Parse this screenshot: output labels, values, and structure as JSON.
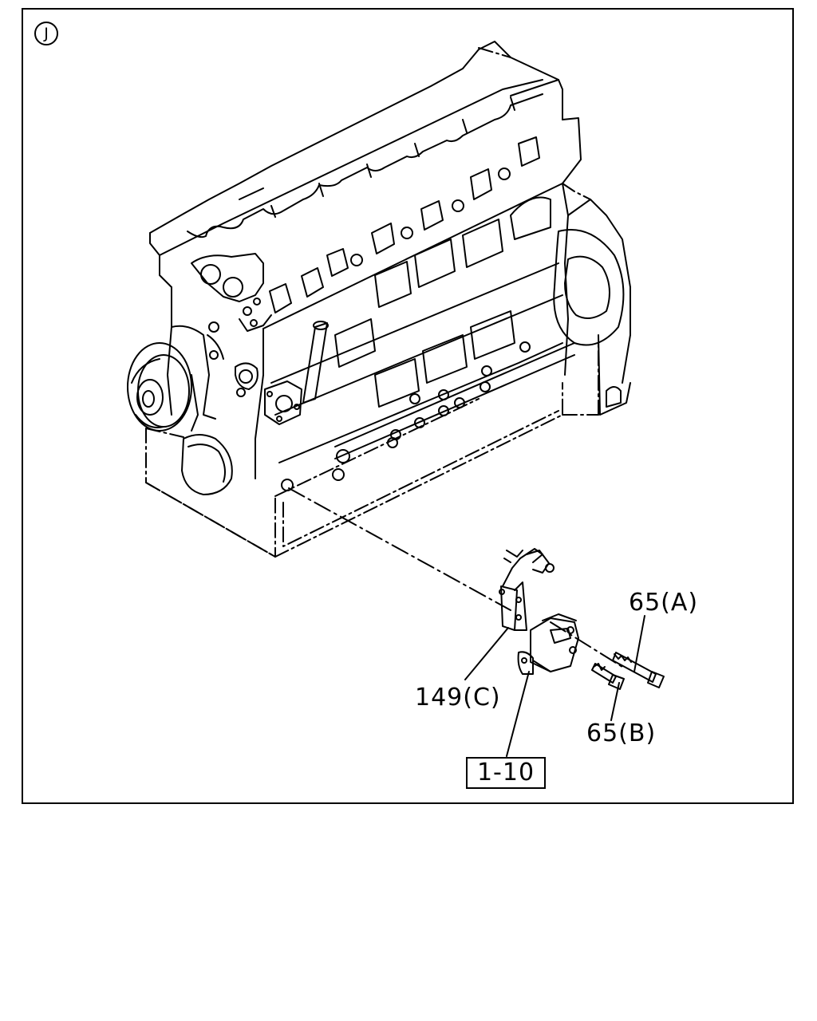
{
  "diagram": {
    "section_marker": "J",
    "callouts": {
      "part_65_a": "65(A)",
      "part_149_c": "149(C)",
      "part_65_b": "65(B)",
      "reference": "1-10"
    }
  }
}
